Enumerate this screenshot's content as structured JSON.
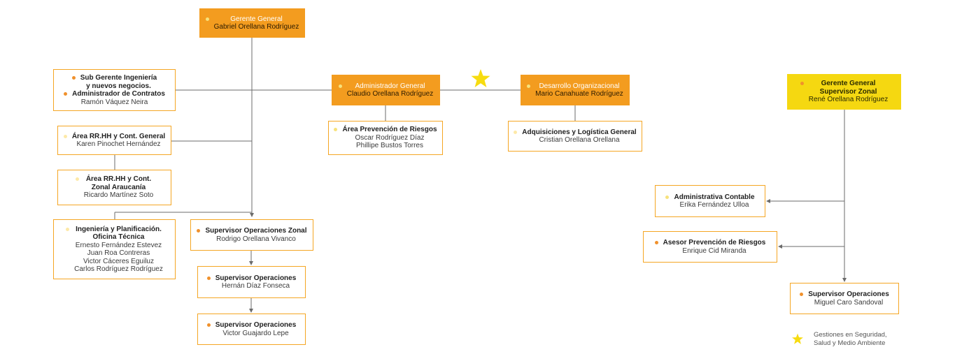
{
  "boxes": {
    "gerente_general": {
      "title": "Gerente General",
      "name": "Gabriel Orellana Rodríguez"
    },
    "sub_gerente": {
      "title1": "Sub Gerente Ingeniería",
      "title2": "y nuevos negocios.",
      "title3": "Administrador de Contratos",
      "name": "Ramón Váquez Neira"
    },
    "rrhh_general": {
      "title": "Área RR.HH y Cont. General",
      "name": "Karen Pinochet Hernández"
    },
    "rrhh_zonal": {
      "title1": "Área RR.HH y Cont.",
      "title2": "Zonal Araucanía",
      "name": "Ricardo Martínez Soto"
    },
    "ingenieria": {
      "title1": "Ingeniería y Planificación.",
      "title2": "Oficina Técnica",
      "names": [
        "Ernesto Fernández Estevez",
        "Juan Roa Contreras",
        "Victor Cáceres Eguiluz",
        "Carlos Rodríguez Rodríguez"
      ]
    },
    "supervisor_zonal": {
      "title": "Supervisor Operaciones Zonal",
      "name": "Rodrigo Orellana Vivanco"
    },
    "supervisor_1": {
      "title": "Supervisor Operaciones",
      "name": "Hernán Díaz Fonseca"
    },
    "supervisor_2": {
      "title": "Supervisor Operaciones",
      "name": "Victor Guajardo Lepe"
    },
    "administrador": {
      "title": "Administrador General",
      "name": "Claudio Orellana Rodríguez"
    },
    "prevencion": {
      "title": "Área Prevención de Riesgos",
      "names": [
        "Oscar Rodríguez Díaz",
        "Phillipe Bustos Torres"
      ]
    },
    "desarrollo": {
      "title": "Desarrollo Organizacional",
      "name": "Mario Canahuate Rodríguez"
    },
    "adquisiciones": {
      "title": "Adquisiciones y Logística General",
      "name": "Cristian Orellana Orellana"
    },
    "gerente_zonal": {
      "title1": "Gerente General",
      "title2": "Supervisor Zonal",
      "name": "René Orellana Rodríguez"
    },
    "administrativa": {
      "title": "Administrativa Contable",
      "name": "Erika Fernández Ulloa"
    },
    "asesor": {
      "title": "Asesor Prevención de Riesgos",
      "name": "Enrique Cid Miranda"
    },
    "supervisor_3": {
      "title": "Supervisor Operaciones",
      "name": "Miguel Caro Sandoval"
    }
  },
  "legend": {
    "line1": "Gestiones en Seguridad,",
    "line2": "Salud y Medio Ambiente"
  },
  "colors": {
    "orange": "#f39c1f",
    "border": "#f5a623",
    "yellow": "#f5d811",
    "star": "#f7dc10",
    "line": "#6b6b6b"
  }
}
